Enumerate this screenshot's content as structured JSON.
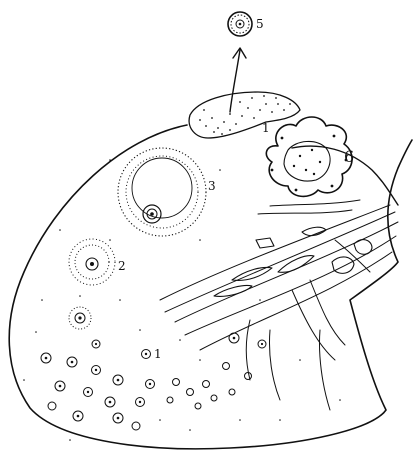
{
  "diagram": {
    "labels": {
      "oocyte_small": "1",
      "ovulation_site": "1",
      "follicle_growing": "2",
      "follicle_mature": "3",
      "released_ovum": "5",
      "corpus_luteum": "6"
    }
  }
}
